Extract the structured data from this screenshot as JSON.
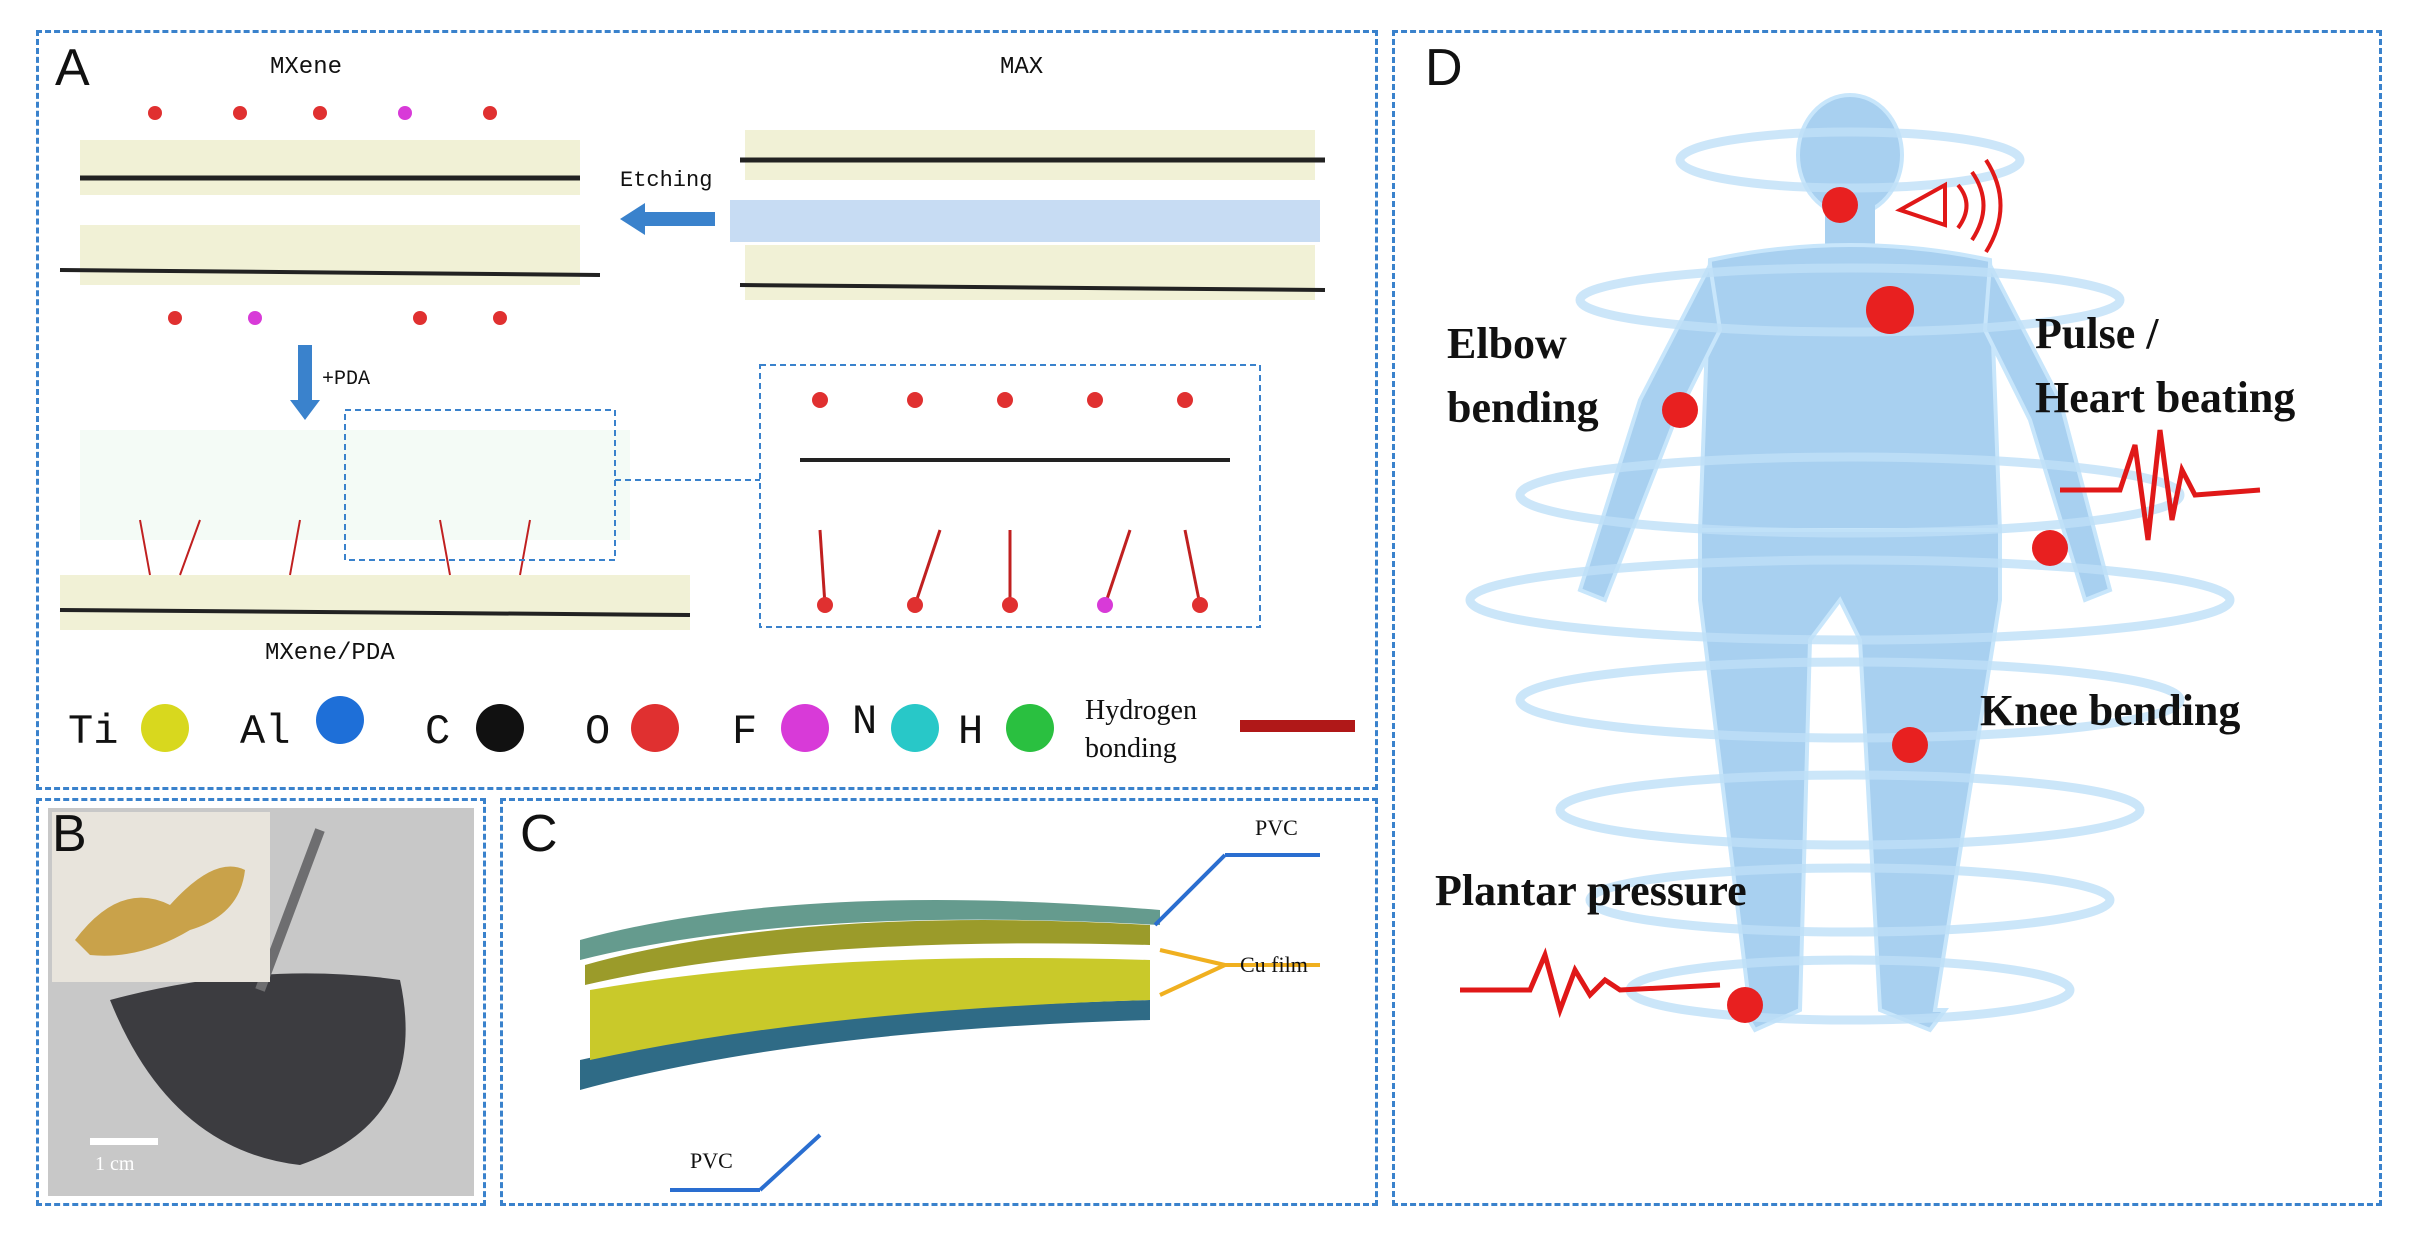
{
  "panel_a": {
    "label": "A",
    "mxene_title": "MXene",
    "max_title": "MAX",
    "etching_label": "Etching",
    "pda_step_label": "+PDA",
    "composite_title": "MXene/PDA",
    "legend": [
      {
        "symbol": "Ti",
        "color": "#d8d81e"
      },
      {
        "symbol": "Al",
        "color": "#1e6fd8"
      },
      {
        "symbol": "C",
        "color": "#111111"
      },
      {
        "symbol": "O",
        "color": "#e03030"
      },
      {
        "symbol": "F",
        "color": "#d83ad8"
      },
      {
        "symbol": "N",
        "color": "#28c8c8"
      },
      {
        "symbol": "H",
        "color": "#2ac040"
      }
    ],
    "hbond_label_1": "Hydrogen",
    "hbond_label_2": "bonding",
    "hbond_color": "#b01818"
  },
  "panel_b": {
    "label": "B",
    "scale_bar_label": "1 cm"
  },
  "panel_c": {
    "label": "C",
    "top_layer_label": "PVC",
    "middle_layer_label": "Cu film",
    "bottom_layer_label": "PVC"
  },
  "panel_d": {
    "label": "D",
    "elbow_1": "Elbow",
    "elbow_2": "bending",
    "pulse_1": "Pulse /",
    "pulse_2": "Heart beating",
    "knee": "Knee bending",
    "plantar": "Plantar pressure",
    "signal_color": "#e01818"
  }
}
